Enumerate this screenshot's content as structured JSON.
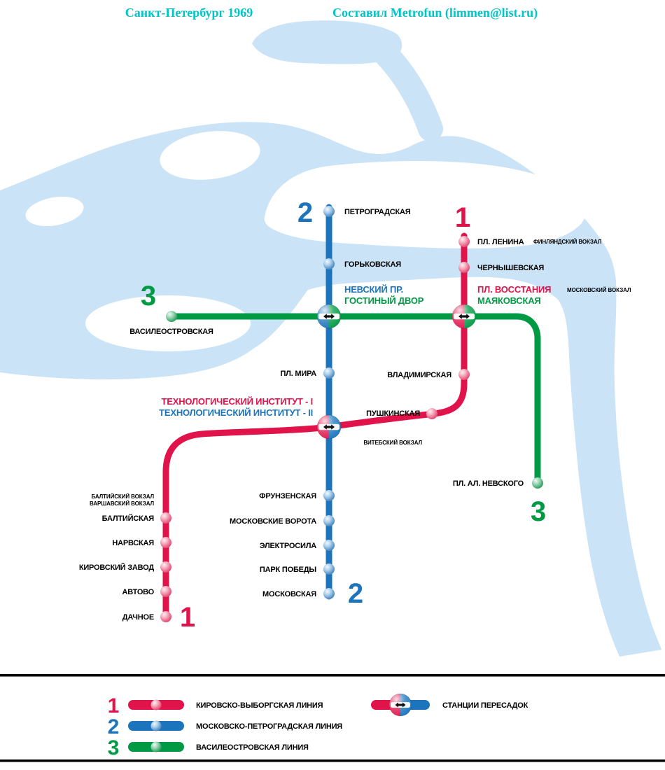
{
  "header": {
    "title": "Санкт-Петербург 1969",
    "credit": "Составил Metrofun (limmen@list.ru)"
  },
  "colors": {
    "title": "#00C5C8",
    "water": "#CAE3F6",
    "line1": "#E0134B",
    "line2": "#1B74BC",
    "line3": "#009A44",
    "label": "#000000"
  },
  "lines": [
    {
      "number": "1",
      "name": "КИРОВСКО-ВЫБОРГСКАЯ ЛИНИЯ"
    },
    {
      "number": "2",
      "name": "МОСКОВСКО-ПЕТРОГРАДСКАЯ ЛИНИЯ"
    },
    {
      "number": "3",
      "name": "ВАСИЛЕОСТРОВСКАЯ ЛИНИЯ"
    }
  ],
  "stations": {
    "petrogradskaya": "ПЕТРОГРАДСКАЯ",
    "gorkovskaya": "ГОРЬКОВСКАЯ",
    "nevsky_pr": "НЕВСКИЙ ПР.",
    "gostiny_dvor": "ГОСТИНЫЙ ДВОР",
    "pl_mira": "ПЛ. МИРА",
    "tekh_institut_1": "ТЕХНОЛОГИЧЕСКИЙ ИНСТИТУТ - I",
    "tekh_institut_2": "ТЕХНОЛОГИЧЕСКИЙ ИНСТИТУТ - II",
    "frunzenskaya": "ФРУНЗЕНСКАЯ",
    "moskovskie_vorota": "МОСКОВСКИЕ ВОРОТА",
    "elektrosila": "ЭЛЕКТРОСИЛА",
    "park_pobedy": "ПАРК ПОБЕДЫ",
    "moskovskaya": "МОСКОВСКАЯ",
    "pl_lenina": "ПЛ. ЛЕНИНА",
    "chernyshevskaya": "ЧЕРНЫШЕВСКАЯ",
    "pl_vosstaniya": "ПЛ. ВОССТАНИЯ",
    "mayakovskaya": "МАЯКОВСКАЯ",
    "vladimirskaya": "ВЛАДИМИРСКАЯ",
    "pushkinskaya": "ПУШКИНСКАЯ",
    "vasileostrovskaya": "ВАСИЛЕОСТРОВСКАЯ",
    "pl_al_nevskogo": "ПЛ. АЛ. НЕВСКОГО",
    "baltiyskaya": "БАЛТИЙСКАЯ",
    "narvskaya": "НАРВСКАЯ",
    "kirovsky_zavod": "КИРОВСКИЙ ЗАВОД",
    "avtovo": "АВТОВО",
    "dachnoe": "ДАЧНОЕ"
  },
  "railways": {
    "finlyandsky": "ФИНЛЯНДСКИЙ ВОКЗАЛ",
    "moskovsky": "МОСКОВСКИЙ ВОКЗАЛ",
    "vitebsky": "ВИТЕБСКИЙ ВОКЗАЛ",
    "baltiysky": "БАЛТИЙСКИЙ ВОКЗАЛ",
    "varshavsky": "ВАРШАВСКИЙ ВОКЗАЛ"
  },
  "legend": {
    "transfer_label": "СТАНЦИИ ПЕРЕСАДОК"
  }
}
